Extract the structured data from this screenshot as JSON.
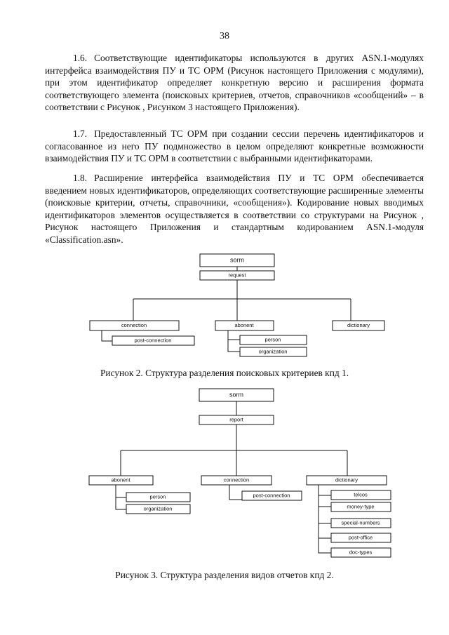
{
  "page_number": "38",
  "paragraphs": [
    {
      "num": "1.6.",
      "text": "Соответствующие идентификаторы используются в других ASN.1-модулях интерфейса взаимодействия ПУ и ТС ОРМ (Рисунок настоящего Приложения с модулями), при этом идентификатор определяет конкретную версию и расширения формата соответствующего элемента (поисковых критериев, отчетов, справочников «сообщений» – в соответствии с Рисунок , Рисунком 3 настоящего Приложения)."
    },
    {
      "num": "1.7.",
      "text": "Предоставленный ТС ОРМ при создании сессии перечень идентификаторов и согласованное из него ПУ подмножество в целом определяют конкретные возможности взаимодействия ПУ и ТС ОРМ в соответствии с выбранными идентификаторами."
    },
    {
      "num": "1.8.",
      "text": "Расширение интерфейса взаимодействия ПУ и ТС ОРМ обеспечивается введением новых идентификаторов, определяющих соответствующие расширенные элементы (поисковые критерии, отчеты, справочники, «сообщения»). Кодирование новых вводимых идентификаторов элементов осуществляется в соответствии со структурами на Рисунок , Рисунок настоящего Приложения и стандартным кодированием ASN.1-модуля «Classification.asn»."
    }
  ],
  "figure2": {
    "root": "sorm",
    "child": "request",
    "branches": {
      "connection": "connection",
      "post_connection": "post-connection",
      "abonent": "abonent",
      "person": "person",
      "organization": "organization",
      "dictionary": "dictionary"
    },
    "caption": "Рисунок 2. Структура разделения  поисковых критериев кпд 1."
  },
  "figure3": {
    "root": "sorm",
    "child": "report",
    "branches": {
      "abonent": "abonent",
      "person": "person",
      "organization": "organization",
      "connection": "connection",
      "post_connection": "post-connection",
      "dictionary": "dictionary",
      "telcos": "telcos",
      "money_type": "money-type",
      "special_numbers": "special-numbers",
      "post_office": "post-office",
      "doc_types": "doc-types"
    },
    "caption": "Рисунок 3.  Структура разделения видов отчетов кпд 2."
  }
}
